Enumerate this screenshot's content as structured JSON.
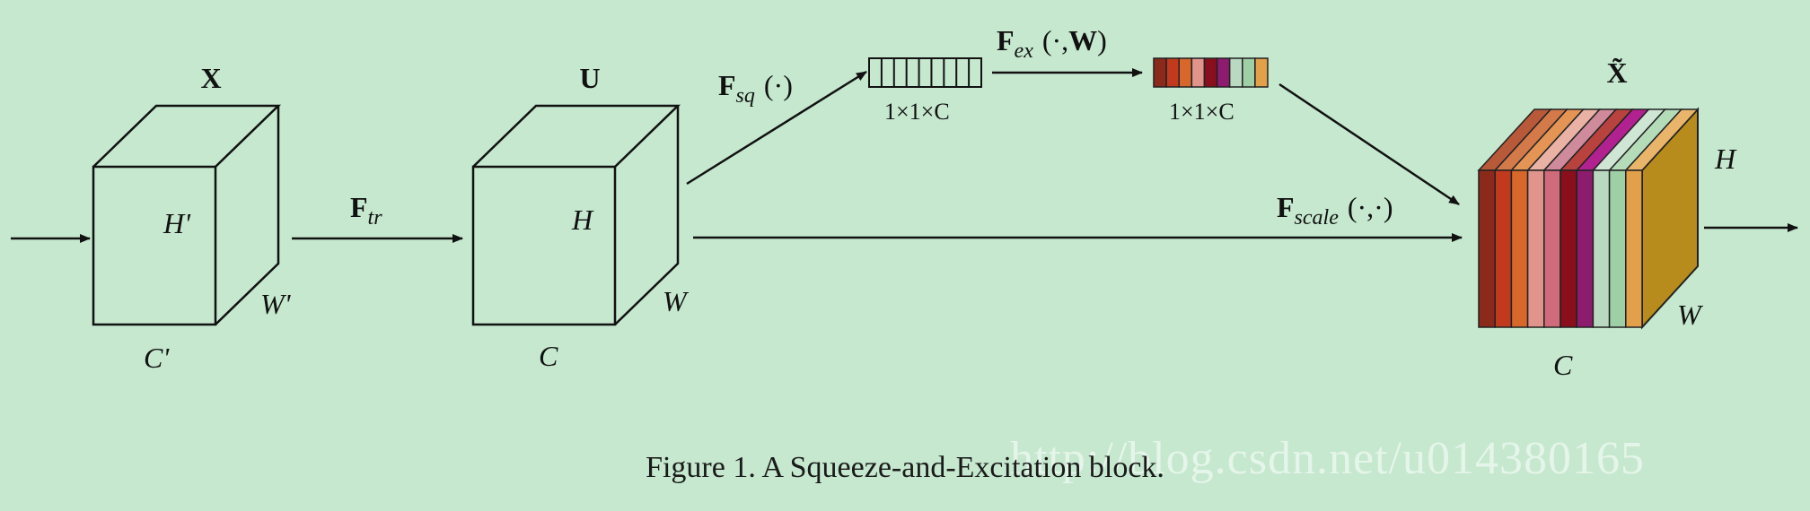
{
  "labels": {
    "x_top": "X",
    "x_h": "H'",
    "x_w": "W'",
    "x_c": "C'",
    "u_top": "U",
    "u_h": "H",
    "u_w": "W",
    "u_c": "C",
    "ftr_main": "F",
    "ftr_sub": "tr",
    "fsq_main": "F",
    "fsq_sub": "sq",
    "fsq_args": "(·)",
    "fex_main": "F",
    "fex_sub": "ex",
    "fex_args_a": "(·,",
    "fex_args_w": "W",
    "fex_args_b": ")",
    "vec1_dim": "1×1×C",
    "vec2_dim": "1×1×C",
    "fscale_main": "F",
    "fscale_sub": "scale",
    "fscale_args": "(·,·)",
    "xt_top": "X̃",
    "xt_h": "H",
    "xt_w": "W",
    "xt_c": "C"
  },
  "caption": "Figure 1. A Squeeze-and-Excitation block.",
  "watermark": "http://blog.csdn.net/u014380165",
  "colors": {
    "background": "#c5e8cf",
    "stroke": "#111111",
    "excitation_vector": [
      "#8b2a1a",
      "#c23a1e",
      "#d7672a",
      "#e0948c",
      "#8a0f1c",
      "#8d1c6f",
      "#b9d9c0",
      "#9fcfa5",
      "#e2a04a"
    ],
    "output_slices": [
      "#8b2a1a",
      "#c23a1e",
      "#d7672a",
      "#e0948c",
      "#d06b7b",
      "#8a0f1c",
      "#8d1c6f",
      "#b9d9c0",
      "#9fcfa5",
      "#e2a04a"
    ],
    "output_top_face": [
      "#b85a3a",
      "#d47a4a",
      "#e49555",
      "#e9b2a4",
      "#cf8a9b",
      "#b8433e",
      "#b1218f",
      "#cfe6d4",
      "#b5dcb9",
      "#e8b56a"
    ],
    "output_side_face": "#b78b1c"
  }
}
